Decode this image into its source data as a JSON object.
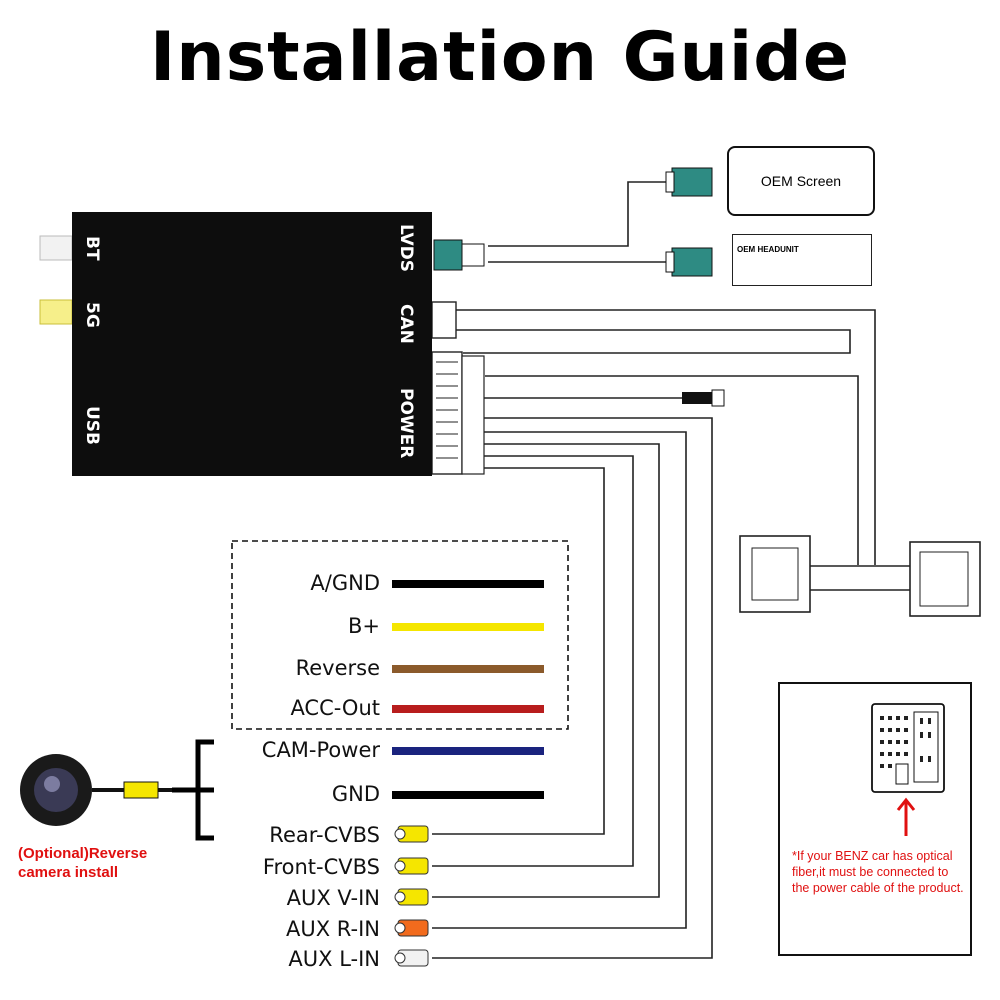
{
  "title": "Installation Guide",
  "module": {
    "left_ports": [
      "BT",
      "5G",
      "USB"
    ],
    "right_ports": [
      "LVDS",
      "CAN",
      "POWER"
    ]
  },
  "oem_screen": "OEM Screen",
  "oem_headunit": "OEM HEADUNIT",
  "wires": [
    {
      "label": "A/GND",
      "color": "#000000"
    },
    {
      "label": "B+",
      "color": "#f5e600"
    },
    {
      "label": "Reverse",
      "color": "#8b5a2b"
    },
    {
      "label": "ACC-Out",
      "color": "#b81d1d"
    },
    {
      "label": "CAM-Power",
      "color": "#1a237e"
    },
    {
      "label": "GND",
      "color": "#000000"
    }
  ],
  "rca_ports": [
    {
      "label": "Rear-CVBS",
      "color": "#f5e600"
    },
    {
      "label": "Front-CVBS",
      "color": "#f5e600"
    },
    {
      "label": "AUX V-IN",
      "color": "#f5e600"
    },
    {
      "label": "AUX R-IN",
      "color": "#f26b1d"
    },
    {
      "label": "AUX L-IN",
      "color": "#f2f2f2"
    }
  ],
  "optional_note": [
    "(Optional)Reverse",
    "camera install"
  ],
  "benz_note": "*If your BENZ car has optical fiber,it must be connected to the power cable of the product.",
  "accent_red": "#e01010"
}
